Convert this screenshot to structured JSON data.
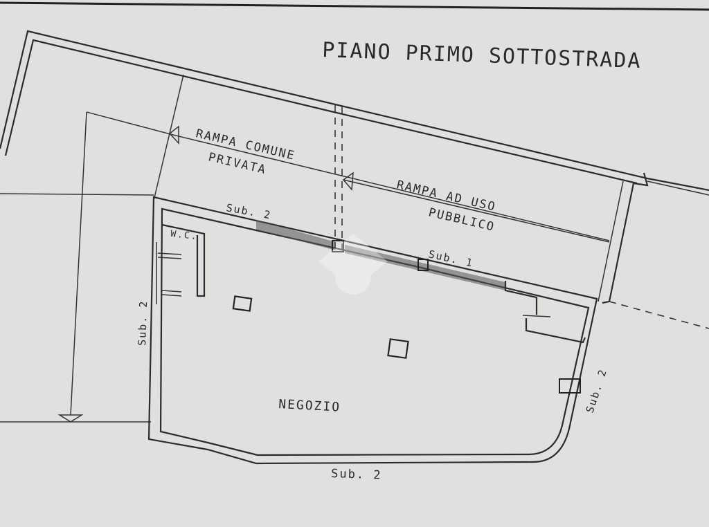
{
  "title": "PIANO PRIMO SOTTOSTRADA",
  "labels": {
    "rampa_comune": "RAMPA COMUNE",
    "privata": "PRIVATA",
    "rampa_ad_uso": "RAMPA AD USO",
    "pubblico": "PUBBLICO",
    "sub2_top": "Sub. 2",
    "sub1": "Sub. 1",
    "wc": "W.C.",
    "sub2_left": "Sub. 2",
    "sub2_right": "Sub. 2",
    "negozio": "NEGOZIO",
    "sub2_bottom": "Sub. 2"
  },
  "colors": {
    "paper": "#d9dcd8",
    "ink": "#2b2b2b"
  }
}
